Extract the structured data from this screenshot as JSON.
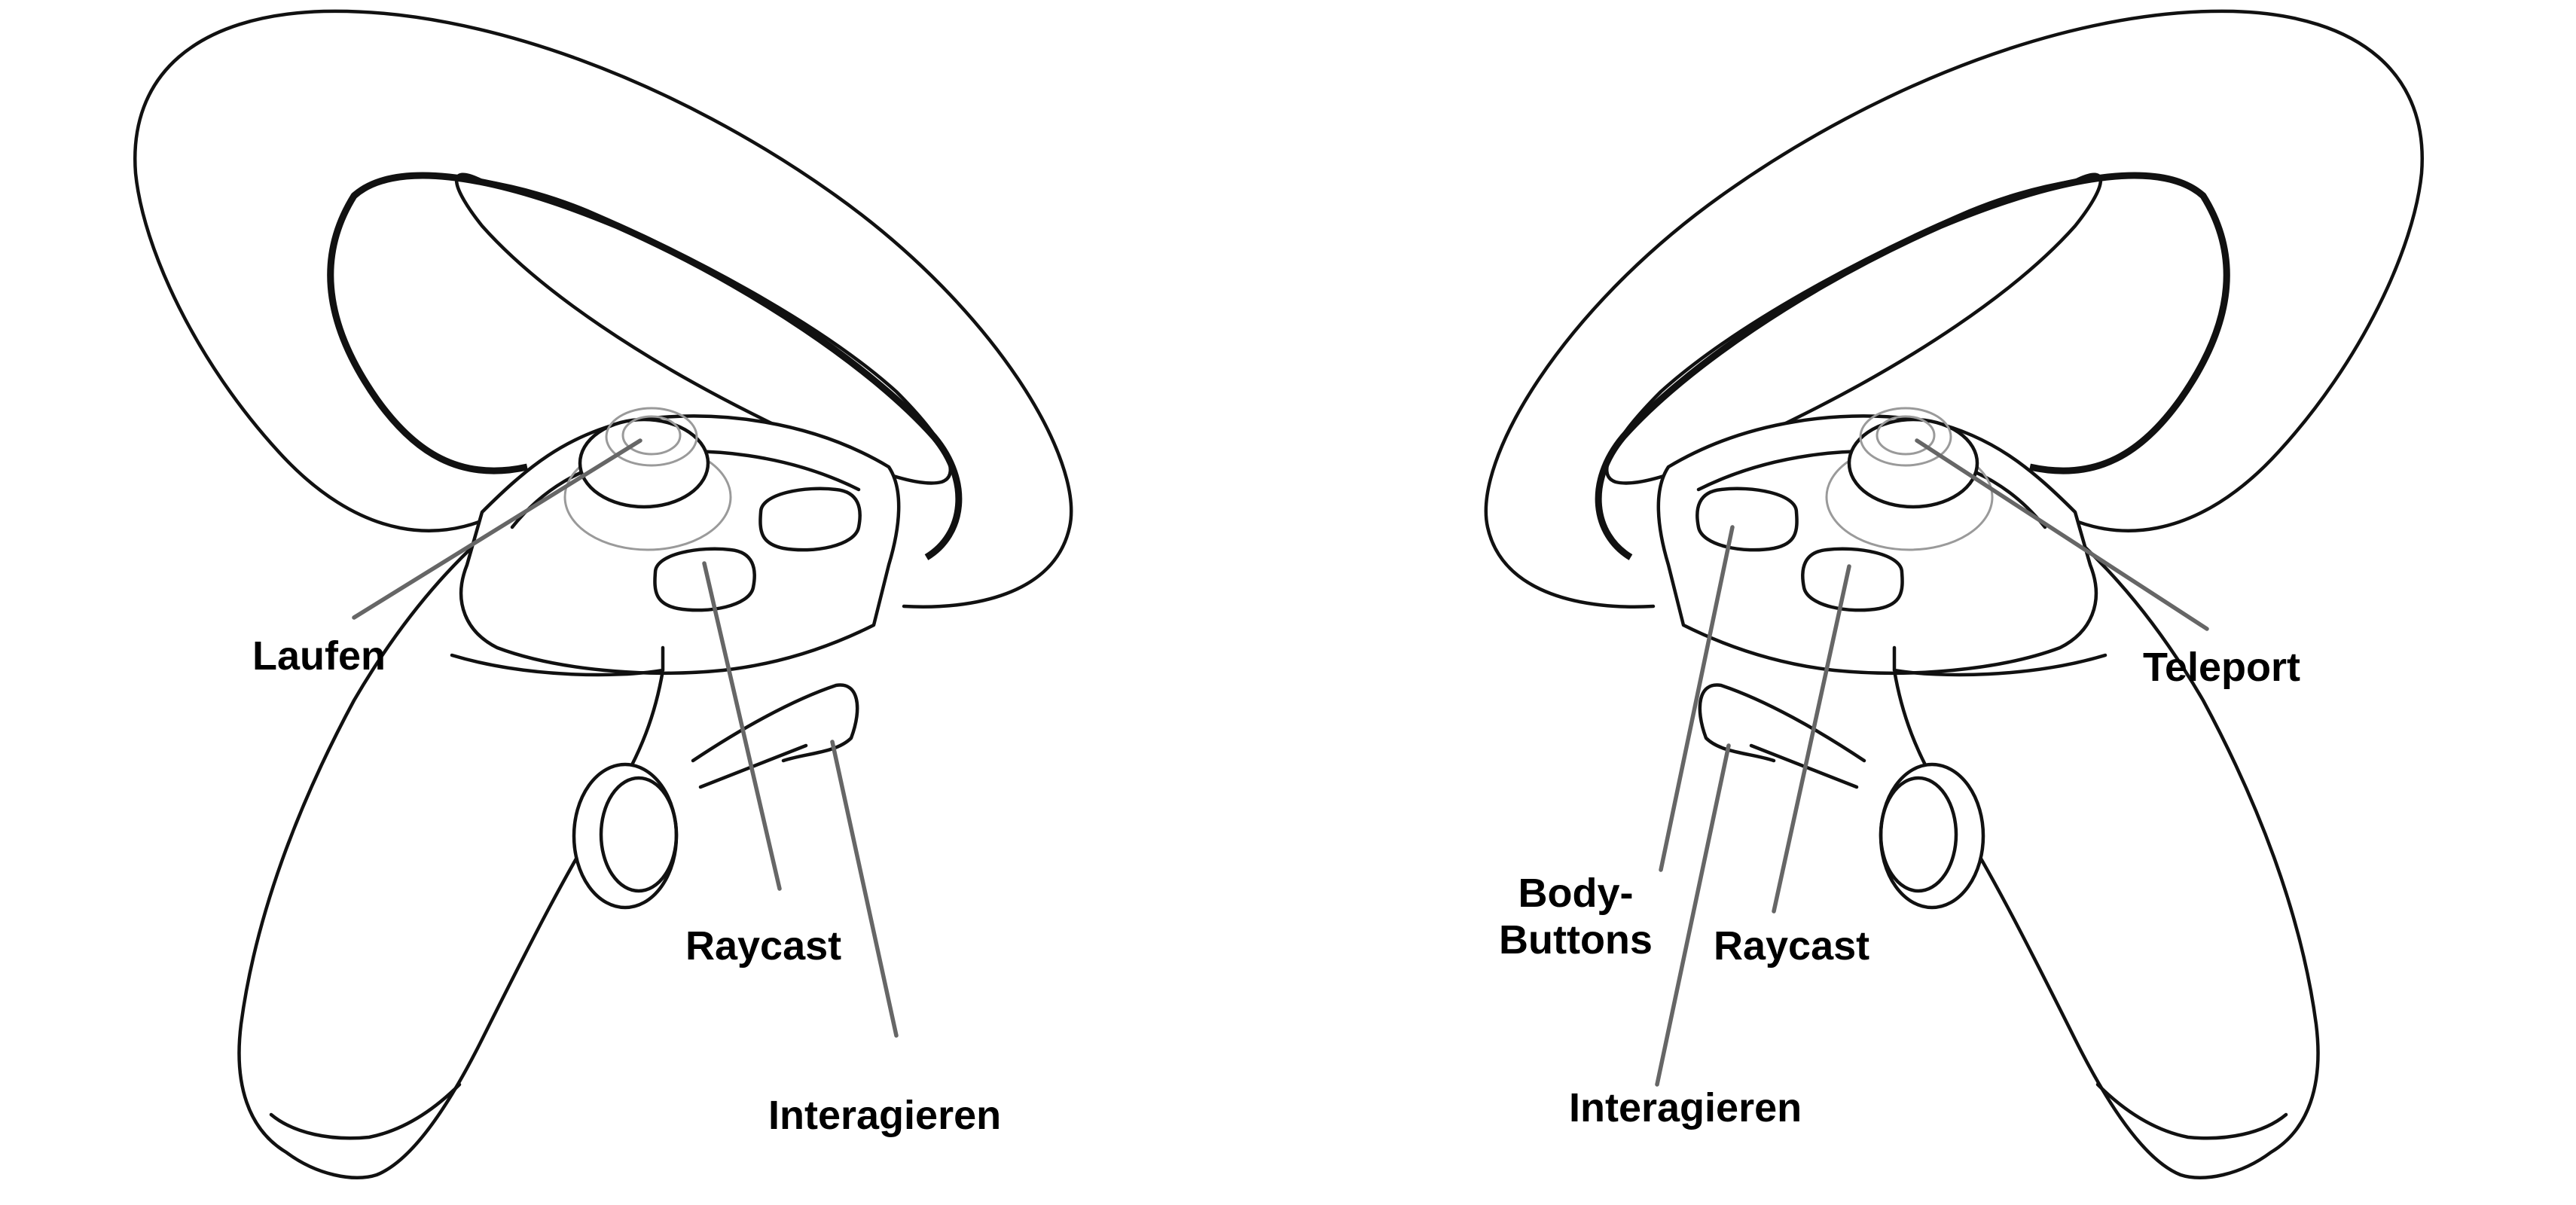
{
  "left_controller": {
    "labels": {
      "laufen": "Laufen",
      "raycast": "Raycast",
      "interagieren": "Interagieren"
    }
  },
  "right_controller": {
    "labels": {
      "teleport": "Teleport",
      "body_buttons_line1": "Body-",
      "body_buttons_line2": "Buttons",
      "raycast": "Raycast",
      "interagieren": "Interagieren"
    }
  },
  "colors": {
    "outline": "#111111",
    "leader_line": "#666666",
    "label_text": "#000000",
    "background": "#ffffff"
  }
}
